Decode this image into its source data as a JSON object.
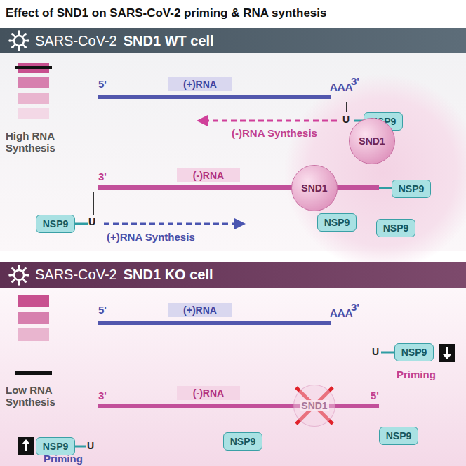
{
  "diagram": {
    "title": "Effect of SND1 on SARS-CoV-2 priming & RNA synthesis",
    "nodes": [
      {
        "text": [
          "SARS-CoV-2",
          "SND1 WT cell"
        ]
      },
      {
        "text": [
          "(+)RNA"
        ]
      },
      {
        "text": [
          "NSP9"
        ]
      },
      {
        "text": [
          "SND1"
        ]
      },
      {
        "text": [
          "(-)RNA"
        ]
      },
      {
        "text": [
          "SND1"
        ]
      },
      {
        "text": [
          "NSP9"
        ]
      },
      {
        "text": [
          "NSP9"
        ]
      },
      {
        "text": [
          "NSP9"
        ]
      },
      {
        "text": [
          "NSP9"
        ]
      },
      {
        "text": [
          "SARS-CoV-2",
          "SND1 KO cell"
        ]
      },
      {
        "text": [
          "(+)RNA"
        ]
      },
      {
        "text": [
          "NSP9"
        ]
      },
      {
        "text": [
          "(-)RNA"
        ]
      },
      {
        "text": [
          "SND1"
        ]
      },
      {
        "text": [
          "NSP9"
        ]
      },
      {
        "text": [
          "NSP9"
        ]
      },
      {
        "text": [
          "NSP9"
        ]
      }
    ],
    "labels": [
      "5'",
      "3'",
      "AAA",
      "U",
      "(-)RNA Synthesis",
      "3'",
      "U",
      "(+)RNA Synthesis",
      "High RNA Synthesis",
      "Low RNA Synthesis",
      "5'",
      "3'",
      "AAA",
      "U",
      "Priming",
      "3'",
      "5'",
      "U",
      "Priming"
    ]
  }
}
